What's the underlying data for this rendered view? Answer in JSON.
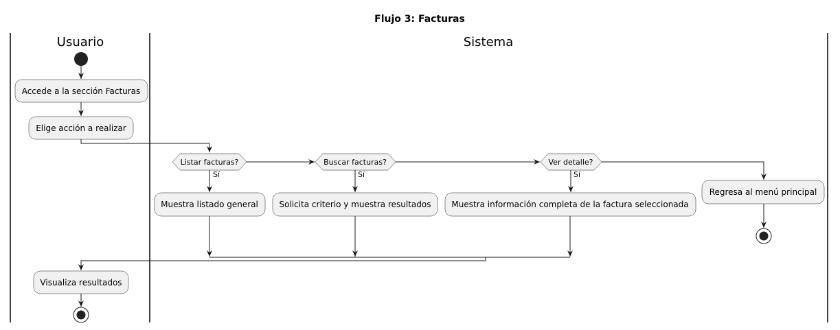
{
  "title": "Flujo 3: Facturas",
  "lanes": {
    "usuario": "Usuario",
    "sistema": "Sistema"
  },
  "actions": {
    "accede": "Accede a la sección Facturas",
    "elige": "Elige acción a realizar",
    "listado": "Muestra listado general",
    "solicita": "Solicita criterio y muestra resultados",
    "muestra_info": "Muestra información completa de la factura seleccionada",
    "regresa": "Regresa al menú principal",
    "visualiza": "Visualiza resultados"
  },
  "decisions": {
    "listar": "Listar facturas?",
    "buscar": "Buscar facturas?",
    "detalle": "Ver detalle?"
  },
  "guards": {
    "si_1": "Sí",
    "si_2": "Sí",
    "si_3": "Sí"
  },
  "colors": {
    "node_fill": "#F1F1F1",
    "line": "#181818"
  }
}
